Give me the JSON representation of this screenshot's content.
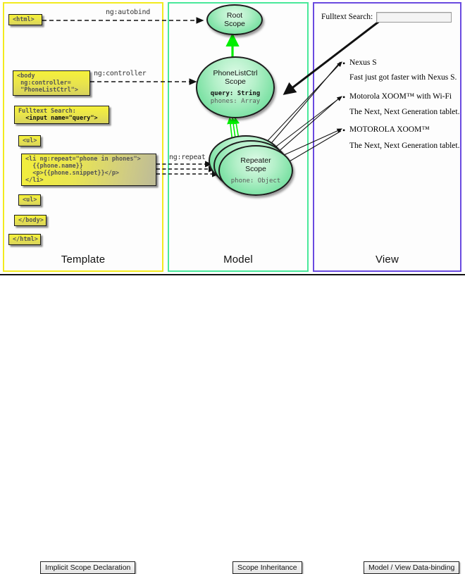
{
  "panels": {
    "template": {
      "label": "Template",
      "border_color": "#f2ea1e"
    },
    "model": {
      "label": "Model",
      "border_color": "#49e89a"
    },
    "view": {
      "label": "View",
      "border_color": "#6a4ae0"
    }
  },
  "template_boxes": [
    {
      "name": "html-open",
      "text": "<html>"
    },
    {
      "name": "body-controller",
      "text": "<body\n ng:controller=\n \"PhoneListCtrl\">"
    },
    {
      "name": "fulltext-search",
      "label": "Fulltext Search:",
      "code": "<input name=\"query\">"
    },
    {
      "name": "ul-open",
      "text": "<ul>"
    },
    {
      "name": "li-repeat",
      "text": "<li ng:repeat=\"phone in phones\">\n  {{phone.name}}\n  <p>{{phone.snippet}}</p>\n</li>"
    },
    {
      "name": "ul-close",
      "text": "<ul>"
    },
    {
      "name": "body-close",
      "text": "</body>"
    },
    {
      "name": "html-close",
      "text": "</html>"
    }
  ],
  "scopes": [
    {
      "name": "root-scope",
      "title_line1": "Root",
      "title_line2": "Scope",
      "props": []
    },
    {
      "name": "phonelistctrl-scope",
      "title_line1": "PhoneListCtrl",
      "title_line2": "Scope",
      "prop_bold": "query: String",
      "prop_plain": "phones: Array"
    },
    {
      "name": "repeater-scope",
      "title_line1": "Repeater",
      "title_line2": "Scope",
      "prop_plain": "phone: Object"
    }
  ],
  "connectors": [
    {
      "name": "ng-autobind-label",
      "text": "ng:autobind"
    },
    {
      "name": "ng-controller-label",
      "text": "ng:controller"
    },
    {
      "name": "ng-repeat-label",
      "text": "ng:repeat"
    }
  ],
  "view": {
    "search_label": "Fulltext Search:",
    "search_value": "",
    "search_placeholder": "",
    "items": [
      {
        "name": "Nexus S",
        "desc": "Fast just got faster with Nexus S."
      },
      {
        "name": "Motorola XOOM™  with Wi-Fi",
        "desc": "The Next, Next Generation tablet."
      },
      {
        "name": "MOTOROLA XOOM™",
        "desc": "The Next, Next Generation tablet."
      }
    ]
  },
  "legend": [
    {
      "name": "implicit-scope-declaration",
      "text": "Implicit Scope Declaration",
      "arrow": "dashed-black"
    },
    {
      "name": "scope-inheritance",
      "text": "Scope Inheritance",
      "arrow": "solid-green"
    },
    {
      "name": "model-view-data-binding",
      "text": "Model / View Data-binding",
      "arrow": "double-black"
    }
  ],
  "colors": {
    "inheritance_green": "#00ee00",
    "box_yellow": "#ecea3c",
    "scope_green": "#8ee6b0",
    "template_border": "#f2ea1e",
    "model_border": "#49e89a",
    "view_border": "#6a4ae0"
  }
}
